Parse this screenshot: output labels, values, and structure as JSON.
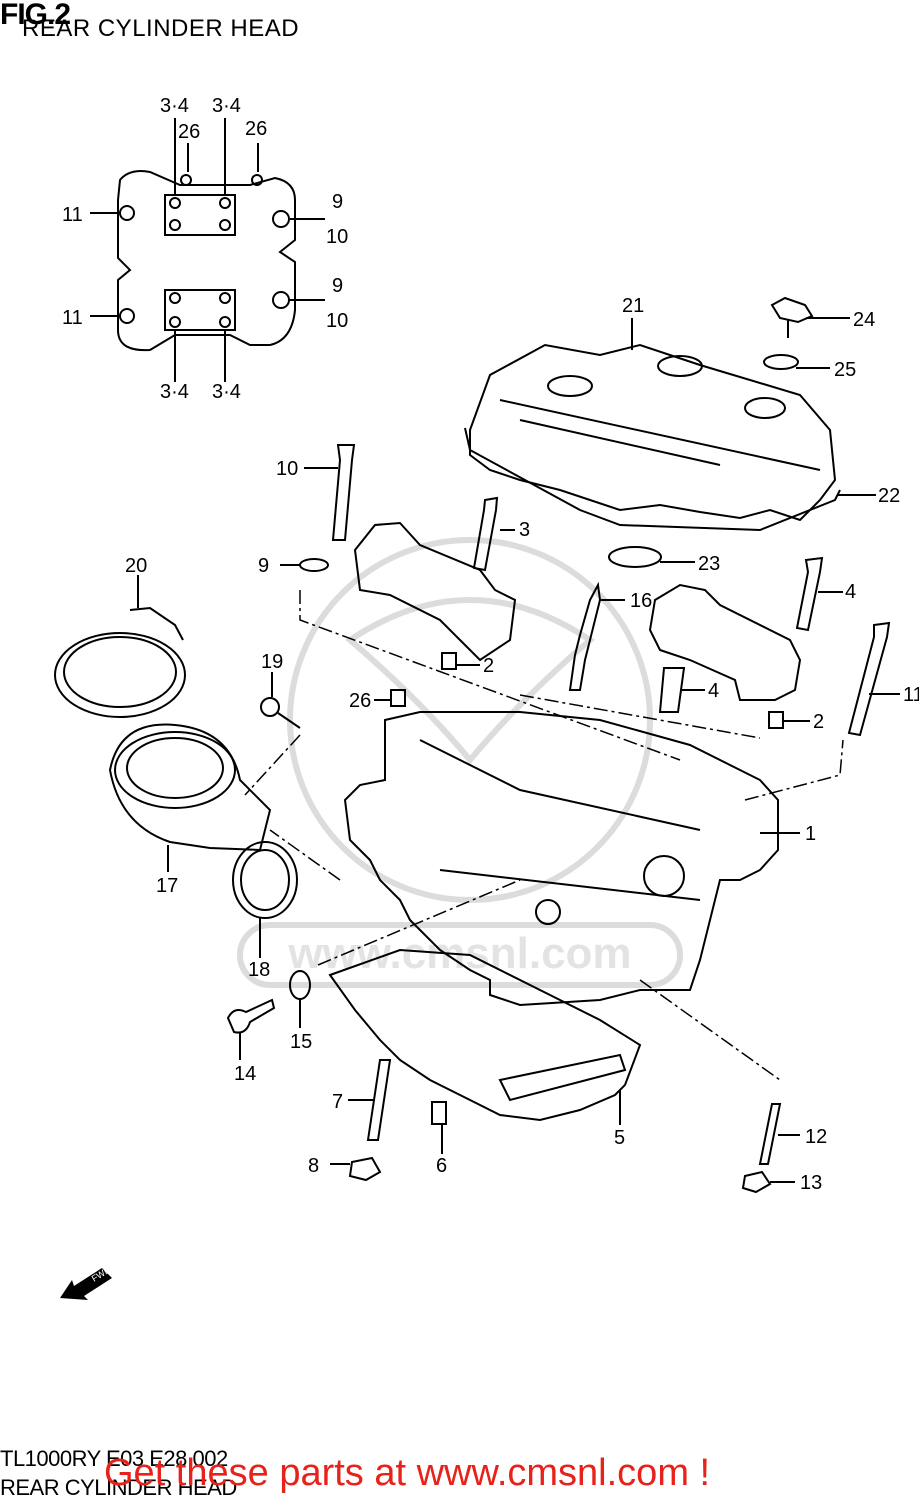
{
  "header": {
    "figure": "FIG.2",
    "title": "REAR CYLINDER HEAD"
  },
  "footer": {
    "model_code": "TL1000RY E03 E28 002",
    "sub_title": "REAR CYLINDER HEAD",
    "promo_link": "Get these parts at www.cmsnl.com !"
  },
  "watermark": {
    "text": "www.cmsnl.com"
  },
  "fwd_arrow": {
    "label": "FWD"
  },
  "colors": {
    "promo": "#e8221b",
    "line": "#000000",
    "watermark": "#d9d9d9"
  },
  "inset_callouts": {
    "top_left": "3·4",
    "top_right": "3·4",
    "top_left_26": "26",
    "top_right_26": "26",
    "left_upper": "11",
    "left_lower": "11",
    "right_upper_a": "9",
    "right_upper_b": "10",
    "right_lower_a": "9",
    "right_lower_b": "10",
    "bottom_left": "3·4",
    "bottom_right": "3·4"
  },
  "callouts": {
    "p1": "1",
    "p2a": "2",
    "p2b": "2",
    "p3": "3",
    "p4a": "4",
    "p4b": "4",
    "p5": "5",
    "p6": "6",
    "p7": "7",
    "p8": "8",
    "p9": "9",
    "p10": "10",
    "p11": "11",
    "p12": "12",
    "p13": "13",
    "p14": "14",
    "p15": "15",
    "p16": "16",
    "p17": "17",
    "p18": "18",
    "p19": "19",
    "p20": "20",
    "p21": "21",
    "p22": "22",
    "p23": "23",
    "p24": "24",
    "p25": "25",
    "p26": "26"
  }
}
